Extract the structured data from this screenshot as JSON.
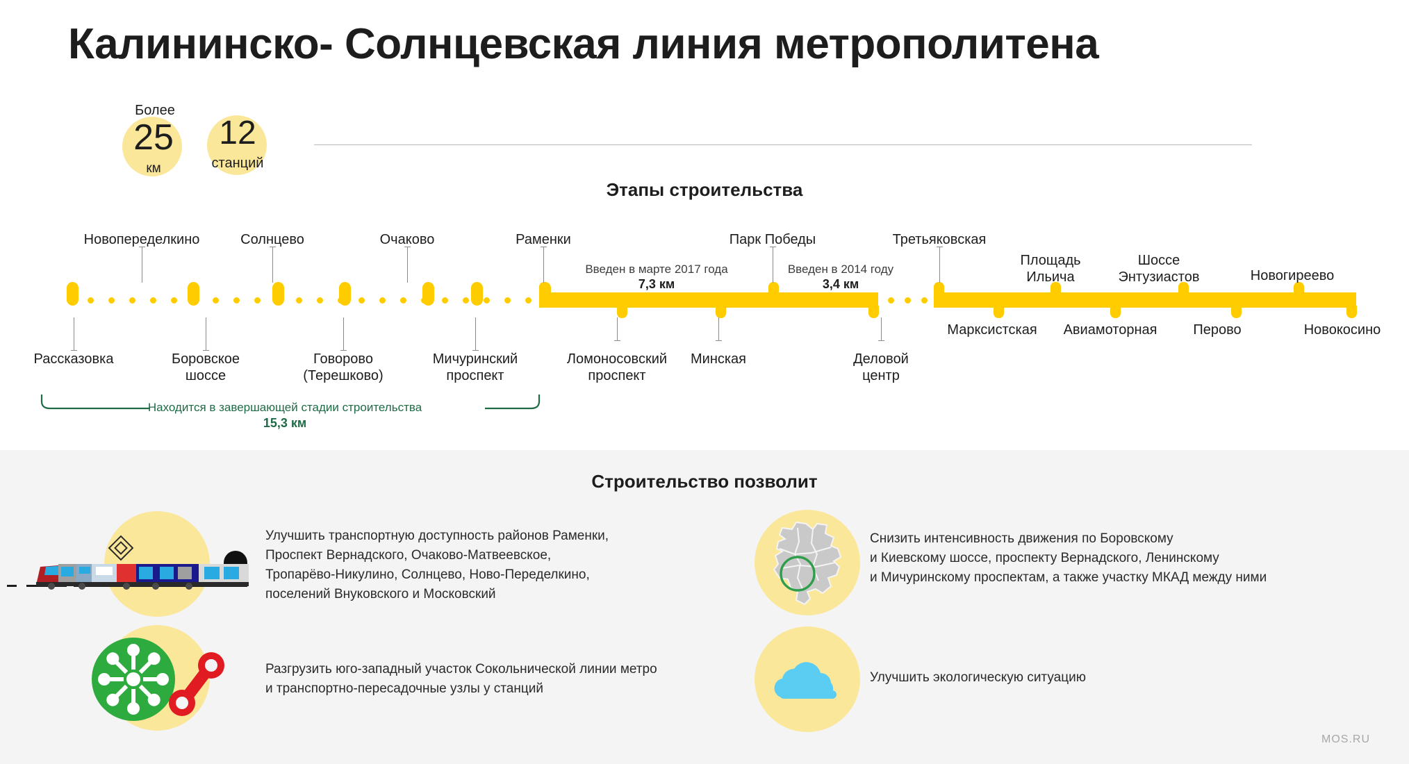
{
  "title": "Калининско- Солнцевская линия метрополитена",
  "stats": {
    "km_more": "Более",
    "km_value": "25",
    "km_unit": "км",
    "stations_value": "12",
    "stations_unit": "станций"
  },
  "stages": {
    "heading": "Этапы строительства",
    "phase_2017": {
      "line1": "Введен в марте 2017 года",
      "line2": "7,3 км"
    },
    "phase_2014": {
      "line1": "Введен в 2014 году",
      "line2": "3,4 км"
    },
    "under_construction": {
      "line1": "Находится в завершающей стадии строительства",
      "line2": "15,3 км"
    }
  },
  "stations_top": [
    {
      "name": "Новопеределкино"
    },
    {
      "name": "Солнцево"
    },
    {
      "name": "Очаково"
    },
    {
      "name": "Раменки"
    },
    {
      "name": "Парк Победы"
    },
    {
      "name": "Третьяковская"
    },
    {
      "name": "Площадь\nИльича"
    },
    {
      "name": "Шоссе\nЭнтузиастов"
    },
    {
      "name": "Новогиреево"
    }
  ],
  "stations_bottom": [
    {
      "name": "Рассказовка"
    },
    {
      "name": "Боровское\nшоссе"
    },
    {
      "name": "Говорово\n(Терешково)"
    },
    {
      "name": "Мичуринский\nпроспект"
    },
    {
      "name": "Ломоносовский\nпроспект"
    },
    {
      "name": "Минская"
    },
    {
      "name": "Деловой\nцентр"
    },
    {
      "name": "Марксистская"
    },
    {
      "name": "Авиамоторная"
    },
    {
      "name": "Перово"
    },
    {
      "name": "Новокосино"
    }
  ],
  "benefits": {
    "heading": "Строительство позволит",
    "items": [
      {
        "icon": "train-icon",
        "lines": [
          "Улучшить транспортную доступность районов Раменки,",
          "Проспект Вернадского, Очаково-Матвеевское,",
          "Тропарёво-Никулино, Солнцево, Ново-Переделкино,",
          "поселений Внуковского и Московский"
        ]
      },
      {
        "icon": "moscow-map-icon",
        "lines": [
          "Снизить интенсивность движения по Боровскому",
          "и Киевскому шоссе, проспекту Вернадского, Ленинскому",
          "и Мичуринскому проспектам, а также участку МКАД между ними"
        ]
      },
      {
        "icon": "transport-hub-icon",
        "lines": [
          "Разгрузить юго-западный участок Сокольнической линии метро",
          "и транспортно-пересадочные узлы у станций"
        ]
      },
      {
        "icon": "cloud-icon",
        "lines": [
          "Улучшить экологическую ситуацию"
        ]
      }
    ]
  },
  "footer": "MOS.RU",
  "colors": {
    "line_yellow": "#ffcc00",
    "bubble_yellow": "#fbe79a",
    "green": "#1f6b45",
    "background_gray": "#f4f4f4"
  }
}
